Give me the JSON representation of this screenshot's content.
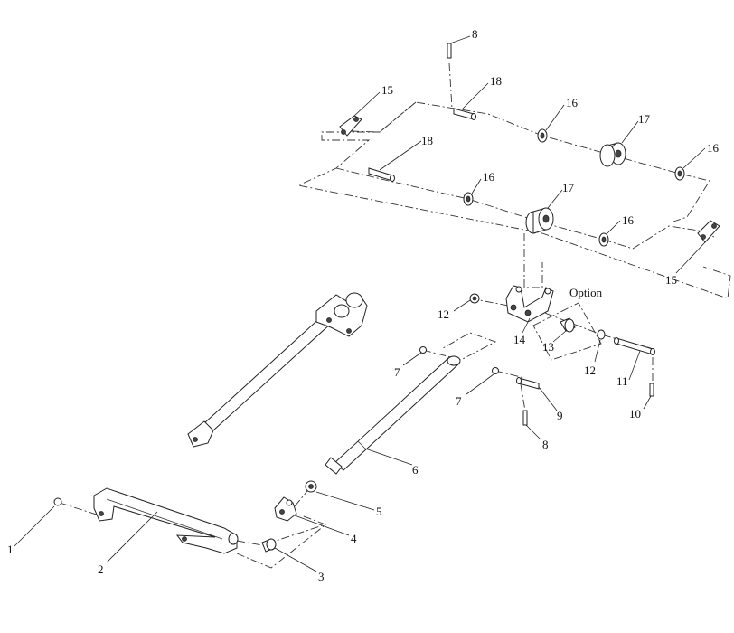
{
  "diagram": {
    "option_label": "Option",
    "callouts": [
      {
        "id": "c1",
        "text": "1"
      },
      {
        "id": "c2",
        "text": "2"
      },
      {
        "id": "c3",
        "text": "3"
      },
      {
        "id": "c4",
        "text": "4"
      },
      {
        "id": "c5",
        "text": "5"
      },
      {
        "id": "c6",
        "text": "6"
      },
      {
        "id": "c7a",
        "text": "7"
      },
      {
        "id": "c7b",
        "text": "7"
      },
      {
        "id": "c8a",
        "text": "8"
      },
      {
        "id": "c8b",
        "text": "8"
      },
      {
        "id": "c9",
        "text": "9"
      },
      {
        "id": "c10",
        "text": "10"
      },
      {
        "id": "c11",
        "text": "11"
      },
      {
        "id": "c12a",
        "text": "12"
      },
      {
        "id": "c12b",
        "text": "12"
      },
      {
        "id": "c13",
        "text": "13"
      },
      {
        "id": "c14",
        "text": "14"
      },
      {
        "id": "c15a",
        "text": "15"
      },
      {
        "id": "c15b",
        "text": "15"
      },
      {
        "id": "c16a",
        "text": "16"
      },
      {
        "id": "c16b",
        "text": "16"
      },
      {
        "id": "c16c",
        "text": "16"
      },
      {
        "id": "c16d",
        "text": "16"
      },
      {
        "id": "c17a",
        "text": "17"
      },
      {
        "id": "c17b",
        "text": "17"
      },
      {
        "id": "c18a",
        "text": "18"
      },
      {
        "id": "c18b",
        "text": "18"
      }
    ]
  }
}
